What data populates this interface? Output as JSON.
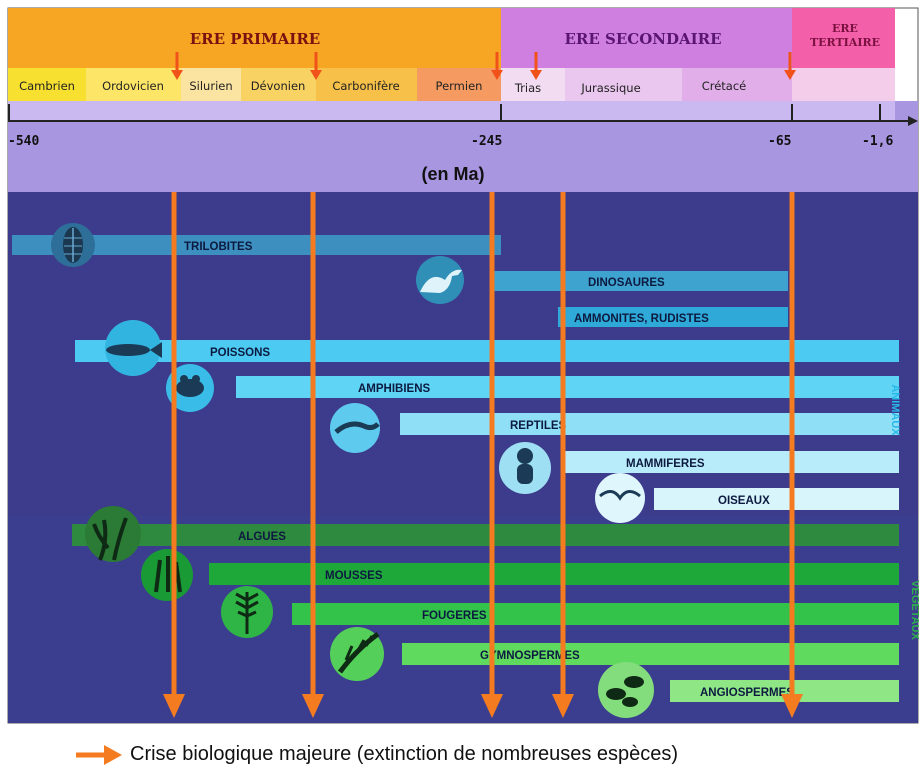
{
  "eras": [
    {
      "name": "ERE PRIMAIRE",
      "color": "#f6a623"
    },
    {
      "name": "ERE SECONDAIRE",
      "color": "#cf7fe0"
    },
    {
      "name": "ERE",
      "name2": "TERTIAIRE",
      "color": "#f35fa8"
    }
  ],
  "periods": [
    {
      "name": "Cambrien",
      "color": "#f7e030"
    },
    {
      "name": "Ordovicien",
      "color": "#fde667"
    },
    {
      "name": "Silurien",
      "color": "#fbe3a1"
    },
    {
      "name": "Dévonien",
      "color": "#f8d262"
    },
    {
      "name": "Carbonifère",
      "color": "#f7c048"
    },
    {
      "name": "Permien",
      "color": "#f59b62"
    },
    {
      "name": "Trias",
      "color": "#f2dcf2"
    },
    {
      "name": "Jurassique",
      "color": "#eac7ef"
    },
    {
      "name": "Crétacé",
      "color": "#e2aeea"
    }
  ],
  "timescale": {
    "ticks": [
      "-540",
      "-245",
      "-65",
      "-1,6"
    ],
    "unit": "(en Ma)"
  },
  "groups": {
    "animals": [
      {
        "name": "TRILOBITES",
        "icon": "trilobite-icon",
        "start": -540,
        "end": -245,
        "color": "#3d8fbf"
      },
      {
        "name": "DINOSAURES",
        "icon": "dinosaur-icon",
        "start": -245,
        "end": -65,
        "color": "#3ea3cf"
      },
      {
        "name": "AMMONITES, RUDISTES",
        "icon": "",
        "start": -210,
        "end": -65,
        "color": "#2fa9d8"
      },
      {
        "name": "POISSONS",
        "icon": "fish-icon",
        "start": -500,
        "end": 0,
        "color": "#4ccaf2"
      },
      {
        "name": "AMPHIBIENS",
        "icon": "frog-icon",
        "start": -380,
        "end": 0,
        "color": "#5fd4f5"
      },
      {
        "name": "REPTILES",
        "icon": "lizard-icon",
        "start": -300,
        "end": 0,
        "color": "#8fe0f7"
      },
      {
        "name": "MAMMIFERES",
        "icon": "monkey-icon",
        "start": -210,
        "end": 0,
        "color": "#b9ecfa"
      },
      {
        "name": "OISEAUX",
        "icon": "bird-icon",
        "start": -150,
        "end": 0,
        "color": "#d8f5fc"
      }
    ],
    "plants": [
      {
        "name": "ALGUES",
        "icon": "algae-icon",
        "start": -500,
        "end": 0,
        "color": "#2e8a3e"
      },
      {
        "name": "MOUSSES",
        "icon": "moss-icon",
        "start": -420,
        "end": 0,
        "color": "#1fa83a"
      },
      {
        "name": "FOUGERES",
        "icon": "fern-icon",
        "start": -395,
        "end": 0,
        "color": "#33c24a"
      },
      {
        "name": "GYMNOSPERMES",
        "icon": "conifer-icon",
        "start": -300,
        "end": 0,
        "color": "#5fda5f"
      },
      {
        "name": "ANGIOSPERMES",
        "icon": "leaf-icon",
        "start": -130,
        "end": 0,
        "color": "#8ee784"
      }
    ]
  },
  "side_labels": {
    "animals": "ANIMAUX",
    "plants": "VEGETAUX"
  },
  "legend": {
    "text": "Crise biologique majeure (extinction de nombreuses espèces)",
    "arrow_color": "#f47b20"
  }
}
